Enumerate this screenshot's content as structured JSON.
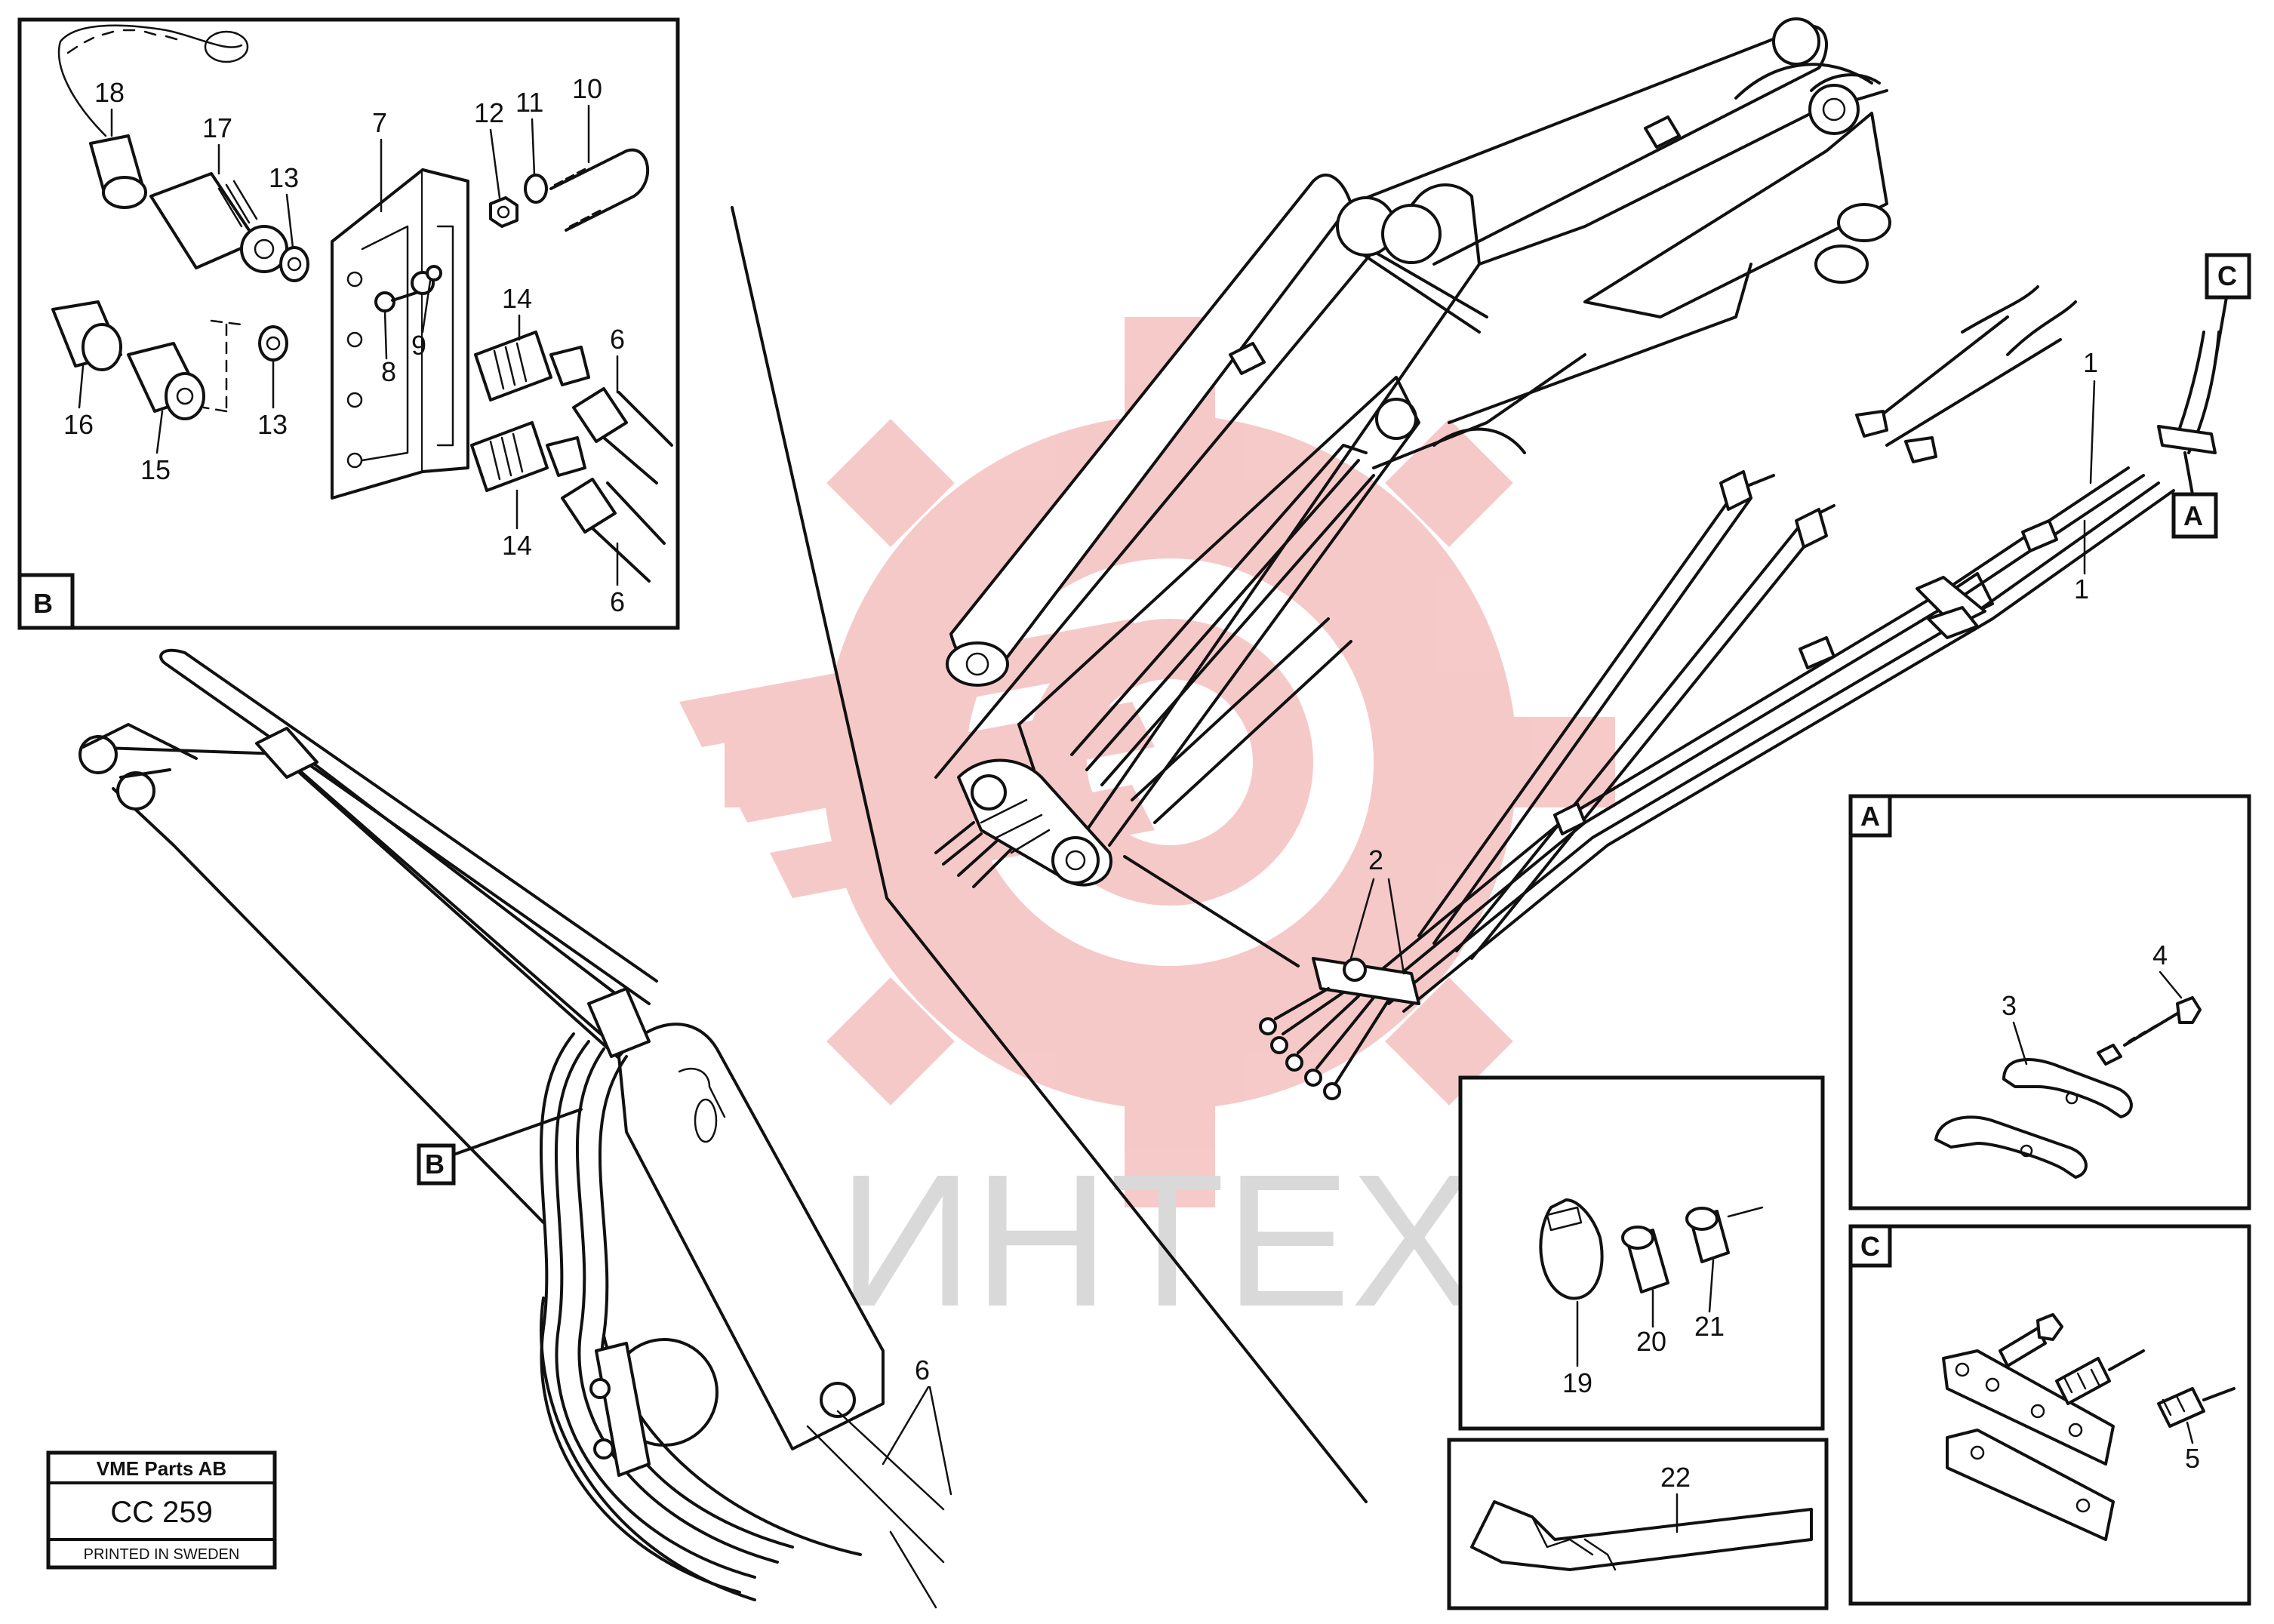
{
  "watermark": {
    "text": "ИНТЕХ",
    "gear_color": "#f6c4c4",
    "text_color": "#d9d9d9"
  },
  "stamp": {
    "company": "VME Parts AB",
    "code": "CC 259",
    "footer": "PRINTED IN SWEDEN"
  },
  "detail_boxes": {
    "b": {
      "tag": "B"
    },
    "a": {
      "tag": "A"
    },
    "c": {
      "tag": "C"
    }
  },
  "flags": {
    "c": "C",
    "a": "A",
    "b": "B"
  },
  "callouts": {
    "c18": "18",
    "c17": "17",
    "c13a": "13",
    "c7": "7",
    "c12": "12",
    "c11": "11",
    "c10": "10",
    "c9": "9",
    "c8": "8",
    "c14a": "14",
    "c6a": "6",
    "c16": "16",
    "c15": "15",
    "c13b": "13",
    "c14b": "14",
    "c6b": "6",
    "c1a": "1",
    "c1b": "1",
    "c2": "2",
    "c4": "4",
    "c3": "3",
    "c5": "5",
    "c19": "19",
    "c20": "20",
    "c21": "21",
    "c22": "22",
    "c6c": "6"
  }
}
